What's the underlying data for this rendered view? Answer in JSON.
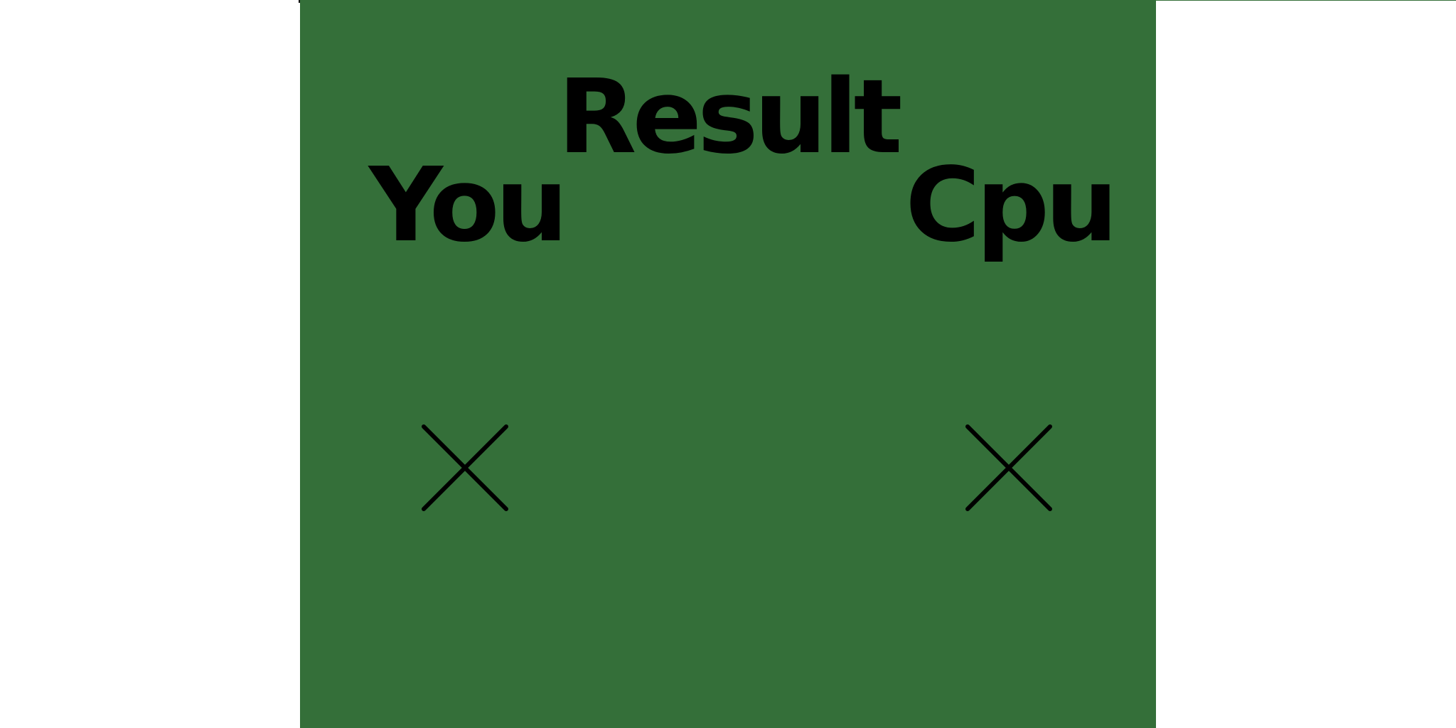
{
  "screen": {
    "title": "Result",
    "background_color": "#346f39",
    "text_color": "#000000"
  },
  "players": {
    "you": {
      "label": "You",
      "choice_icon": "close-icon"
    },
    "cpu": {
      "label": "Cpu",
      "choice_icon": "close-icon"
    }
  }
}
